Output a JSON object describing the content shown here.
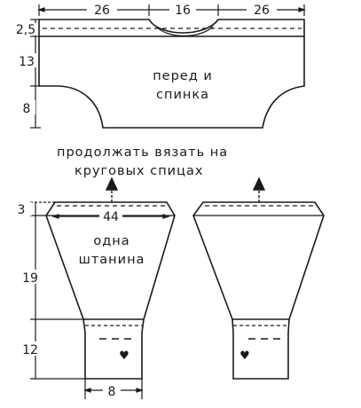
{
  "top_piece": {
    "label_line1": "перед и",
    "label_line2": "спинка",
    "dims": {
      "width_left": "26",
      "width_center": "16",
      "width_right": "26",
      "band_height": "2,5",
      "upper_height": "13",
      "lower_height": "8"
    }
  },
  "instruction": {
    "line1": "продолжать вязать на",
    "line2": "круговых спицах"
  },
  "leg_piece": {
    "label_line1": "одна",
    "label_line2": "штанина",
    "dims": {
      "top_width": "44",
      "waist_height": "3",
      "leg_height": "19",
      "cuff_height": "12",
      "cuff_width": "8"
    }
  },
  "symbols": {
    "heart": "♥"
  }
}
